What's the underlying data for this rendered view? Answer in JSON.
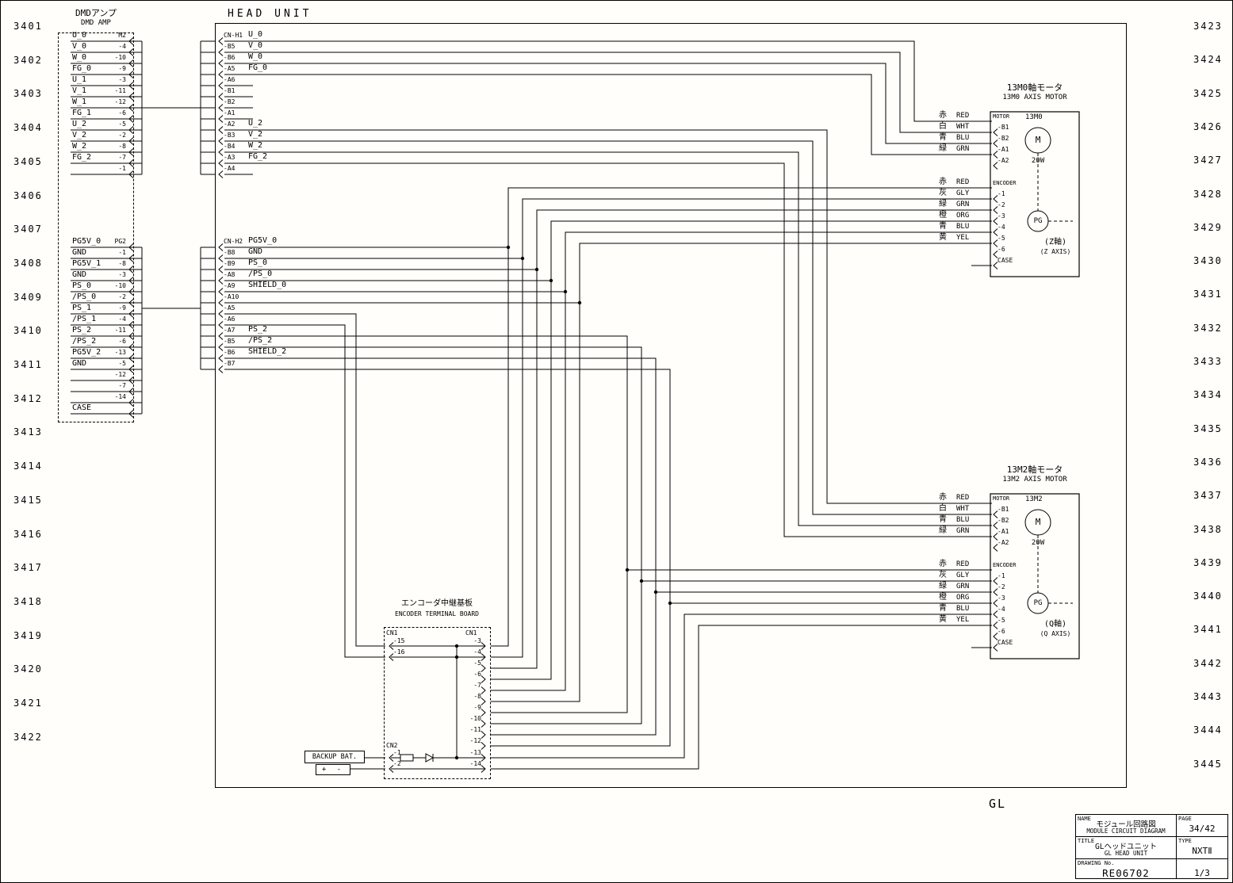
{
  "frame": {
    "left_rows": [
      "3401",
      "3402",
      "3403",
      "3404",
      "3405",
      "3406",
      "3407",
      "3408",
      "3409",
      "3410",
      "3411",
      "3412",
      "3413",
      "3414",
      "3415",
      "3416",
      "3417",
      "3418",
      "3419",
      "3420",
      "3421",
      "3422"
    ],
    "right_rows": [
      "3423",
      "3424",
      "3425",
      "3426",
      "3427",
      "3428",
      "3429",
      "3430",
      "3431",
      "3432",
      "3433",
      "3434",
      "3435",
      "3436",
      "3437",
      "3438",
      "3439",
      "3440",
      "3441",
      "3442",
      "3443",
      "3444",
      "3445"
    ],
    "gl_label": "GL"
  },
  "dmd_amp": {
    "title_jp": "DMDアンプ",
    "title_en": "DMD AMP",
    "group1": [
      {
        "signal": "U_0",
        "pin": "M2"
      },
      {
        "signal": "V_0",
        "pin": "-4"
      },
      {
        "signal": "W_0",
        "pin": "-10"
      },
      {
        "signal": "FG_0",
        "pin": "-9"
      },
      {
        "signal": "U_1",
        "pin": "-3"
      },
      {
        "signal": "V_1",
        "pin": "-11"
      },
      {
        "signal": "W_1",
        "pin": "-12"
      },
      {
        "signal": "FG_1",
        "pin": "-6"
      },
      {
        "signal": "U_2",
        "pin": "-5"
      },
      {
        "signal": "V_2",
        "pin": "-2"
      },
      {
        "signal": "W_2",
        "pin": "-8"
      },
      {
        "signal": "FG_2",
        "pin": "-7"
      },
      {
        "signal": "",
        "pin": "-1"
      }
    ],
    "group2": [
      {
        "signal": "PG5V_0",
        "pin": "PG2"
      },
      {
        "signal": "GND",
        "pin": "-1"
      },
      {
        "signal": "PG5V_1",
        "pin": "-8"
      },
      {
        "signal": "GND",
        "pin": "-3"
      },
      {
        "signal": "PS_0",
        "pin": "-10"
      },
      {
        "signal": "/PS_0",
        "pin": "-2"
      },
      {
        "signal": "PS_1",
        "pin": "-9"
      },
      {
        "signal": "/PS_1",
        "pin": "-4"
      },
      {
        "signal": "PS_2",
        "pin": "-11"
      },
      {
        "signal": "/PS_2",
        "pin": "-6"
      },
      {
        "signal": "PG5V_2",
        "pin": "-13"
      },
      {
        "signal": "GND",
        "pin": "-5"
      },
      {
        "signal": "",
        "pin": "-12"
      },
      {
        "signal": "",
        "pin": "-7"
      },
      {
        "signal": "",
        "pin": "-14"
      },
      {
        "signal": "CASE",
        "pin": ""
      }
    ]
  },
  "head_unit": {
    "title": "HEAD UNIT",
    "cn_h1": [
      {
        "pin": "CN-H1",
        "signal": "U_0"
      },
      {
        "pin": "-B5",
        "signal": "V_0"
      },
      {
        "pin": "-B6",
        "signal": "W_0"
      },
      {
        "pin": "-A5",
        "signal": "FG_0"
      },
      {
        "pin": "-A6",
        "signal": ""
      },
      {
        "pin": "-B1",
        "signal": ""
      },
      {
        "pin": "-B2",
        "signal": ""
      },
      {
        "pin": "-A1",
        "signal": ""
      },
      {
        "pin": "-A2",
        "signal": "U_2"
      },
      {
        "pin": "-B3",
        "signal": "V_2"
      },
      {
        "pin": "-B4",
        "signal": "W_2"
      },
      {
        "pin": "-A3",
        "signal": "FG_2"
      },
      {
        "pin": "-A4",
        "signal": ""
      }
    ],
    "cn_h2": [
      {
        "pin": "CN-H2",
        "signal": "PG5V_0"
      },
      {
        "pin": "-B8",
        "signal": "GND"
      },
      {
        "pin": "-B9",
        "signal": "PS_0"
      },
      {
        "pin": "-A8",
        "signal": "/PS_0"
      },
      {
        "pin": "-A9",
        "signal": "SHIELD_0"
      },
      {
        "pin": "-A10",
        "signal": ""
      },
      {
        "pin": "-A5",
        "signal": ""
      },
      {
        "pin": "-A6",
        "signal": ""
      },
      {
        "pin": "-A7",
        "signal": "PS_2"
      },
      {
        "pin": "-B5",
        "signal": "/PS_2"
      },
      {
        "pin": "-B6",
        "signal": "SHIELD_2"
      },
      {
        "pin": "-B7",
        "signal": ""
      }
    ]
  },
  "motors": [
    {
      "title_jp": "13M0軸モータ",
      "title_en": "13M0 AXIS MOTOR",
      "name": "13M0",
      "power": "20W",
      "motor_header": "MOTOR",
      "encoder_header": "ENCODER",
      "case_label": "CASE",
      "m_symbol": "M",
      "pg_symbol": "PG",
      "axis_jp": "(Z軸)",
      "axis_en": "(Z AXIS)",
      "motor_wires": [
        {
          "jp": "赤",
          "en": "RED"
        },
        {
          "jp": "白",
          "en": "WHT"
        },
        {
          "jp": "青",
          "en": "BLU"
        },
        {
          "jp": "緑",
          "en": "GRN"
        }
      ],
      "motor_pins": [
        "-B1",
        "-B2",
        "-A1",
        "-A2"
      ],
      "encoder_wires": [
        {
          "jp": "赤",
          "en": "RED"
        },
        {
          "jp": "灰",
          "en": "GLY"
        },
        {
          "jp": "緑",
          "en": "GRN"
        },
        {
          "jp": "橙",
          "en": "ORG"
        },
        {
          "jp": "青",
          "en": "BLU"
        },
        {
          "jp": "黄",
          "en": "YEL"
        }
      ],
      "encoder_pins": [
        "-1",
        "-2",
        "-3",
        "-4",
        "-5",
        "-6"
      ]
    },
    {
      "title_jp": "13M2軸モータ",
      "title_en": "13M2 AXIS MOTOR",
      "name": "13M2",
      "power": "20W",
      "motor_header": "MOTOR",
      "encoder_header": "ENCODER",
      "case_label": "CASE",
      "m_symbol": "M",
      "pg_symbol": "PG",
      "axis_jp": "(Q軸)",
      "axis_en": "(Q AXIS)",
      "motor_wires": [
        {
          "jp": "赤",
          "en": "RED"
        },
        {
          "jp": "白",
          "en": "WHT"
        },
        {
          "jp": "青",
          "en": "BLU"
        },
        {
          "jp": "緑",
          "en": "GRN"
        }
      ],
      "motor_pins": [
        "-B1",
        "-B2",
        "-A1",
        "-A2"
      ],
      "encoder_wires": [
        {
          "jp": "赤",
          "en": "RED"
        },
        {
          "jp": "灰",
          "en": "GLY"
        },
        {
          "jp": "緑",
          "en": "GRN"
        },
        {
          "jp": "橙",
          "en": "ORG"
        },
        {
          "jp": "青",
          "en": "BLU"
        },
        {
          "jp": "黄",
          "en": "YEL"
        }
      ],
      "encoder_pins": [
        "-1",
        "-2",
        "-3",
        "-4",
        "-5",
        "-6"
      ]
    }
  ],
  "terminal_board": {
    "title_jp": "エンコーダ中継基板",
    "title_en": "ENCODER TERMINAL BOARD",
    "cn1_left_label": "CN1",
    "cn1_right_label": "CN1",
    "cn2_label": "CN2",
    "cn1_left_pins": [
      "-15",
      "-16"
    ],
    "cn1_right_pins": [
      "-3",
      "-4",
      "-5",
      "-6",
      "-7",
      "-8",
      "-9",
      "-10",
      "-11",
      "-12"
    ],
    "cn2_left_pins": [
      "-1",
      "-2"
    ],
    "cn2_right_pins": [
      "-13",
      "-14"
    ]
  },
  "backup_battery": {
    "label": "BACKUP BAT.",
    "terminals": "+ -"
  },
  "title_block": {
    "name_label": "NAME",
    "name_jp": "モジュール回路図",
    "name_en": "MODULE CIRCUIT DIAGRAM",
    "page_label": "PAGE",
    "page_value": "34/42",
    "title_label": "TITLE",
    "title_jp": "GLヘッドユニット",
    "title_en": "GL HEAD UNIT",
    "type_label": "TYPE",
    "type_value": "NXTⅡ",
    "drawing_label": "DRAWING No.",
    "drawing_value": "RE06702",
    "sheet_value": "1/3"
  }
}
